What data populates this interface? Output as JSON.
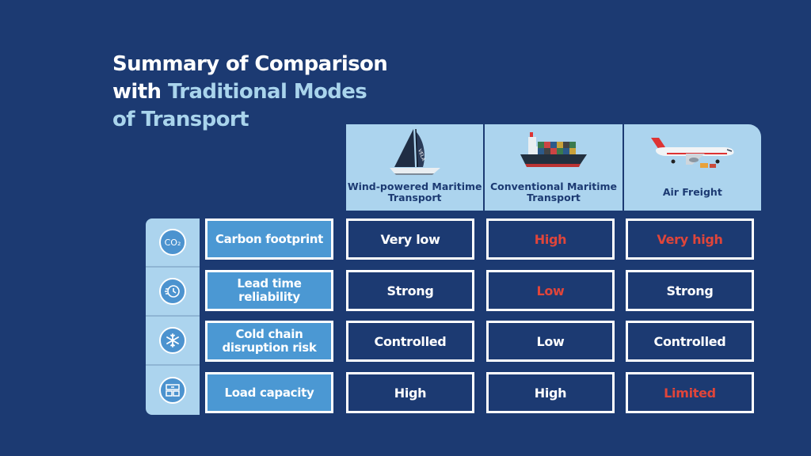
{
  "title": {
    "line1": "Summary of Comparison",
    "line2_prefix": "with ",
    "line2_accent": "Traditional Modes",
    "line3": "of Transport"
  },
  "columns": [
    {
      "label": "Wind-powered Maritime Transport",
      "icon": "sailing-ship-icon"
    },
    {
      "label": "Conventional Maritime Transport",
      "icon": "container-ship-icon"
    },
    {
      "label": "Air Freight",
      "icon": "airplane-icon"
    }
  ],
  "rows": [
    {
      "label": "Carbon footprint",
      "icon": "co2-icon",
      "icon_text": "CO₂",
      "values": [
        {
          "text": "Very low",
          "negative": false
        },
        {
          "text": "High",
          "negative": true
        },
        {
          "text": "Very high",
          "negative": true
        }
      ]
    },
    {
      "label": "Lead time reliability",
      "icon": "clock-icon",
      "values": [
        {
          "text": "Strong",
          "negative": false
        },
        {
          "text": "Low",
          "negative": true
        },
        {
          "text": "Strong",
          "negative": false
        }
      ]
    },
    {
      "label": "Cold chain disruption risk",
      "icon": "snowflake-icon",
      "values": [
        {
          "text": "Controlled",
          "negative": false
        },
        {
          "text": "Low",
          "negative": false
        },
        {
          "text": "Controlled",
          "negative": false
        }
      ]
    },
    {
      "label": "Load capacity",
      "icon": "cargo-icon",
      "values": [
        {
          "text": "High",
          "negative": false
        },
        {
          "text": "High",
          "negative": false
        },
        {
          "text": "Limited",
          "negative": true
        }
      ]
    }
  ],
  "colors": {
    "background": "#1c3a72",
    "accent": "#a9d4ec",
    "label_fill": "#4b98d3",
    "negative": "#e0453a"
  }
}
